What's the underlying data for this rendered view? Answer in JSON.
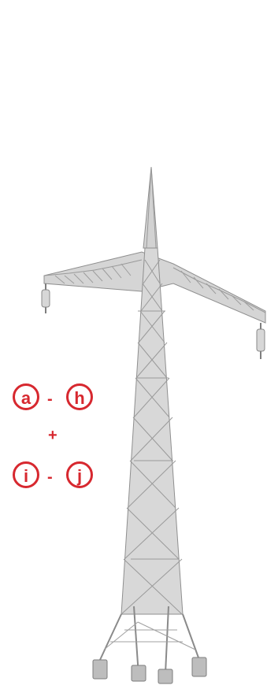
{
  "colors": {
    "accent": "#d7282f",
    "tower": "#c8c8c8",
    "tower_shadow": "#9a9a9a"
  },
  "labels": {
    "a": "a",
    "dash1": "-",
    "h": "h",
    "plus": "+",
    "i": "i",
    "dash2": "-",
    "j": "j"
  }
}
